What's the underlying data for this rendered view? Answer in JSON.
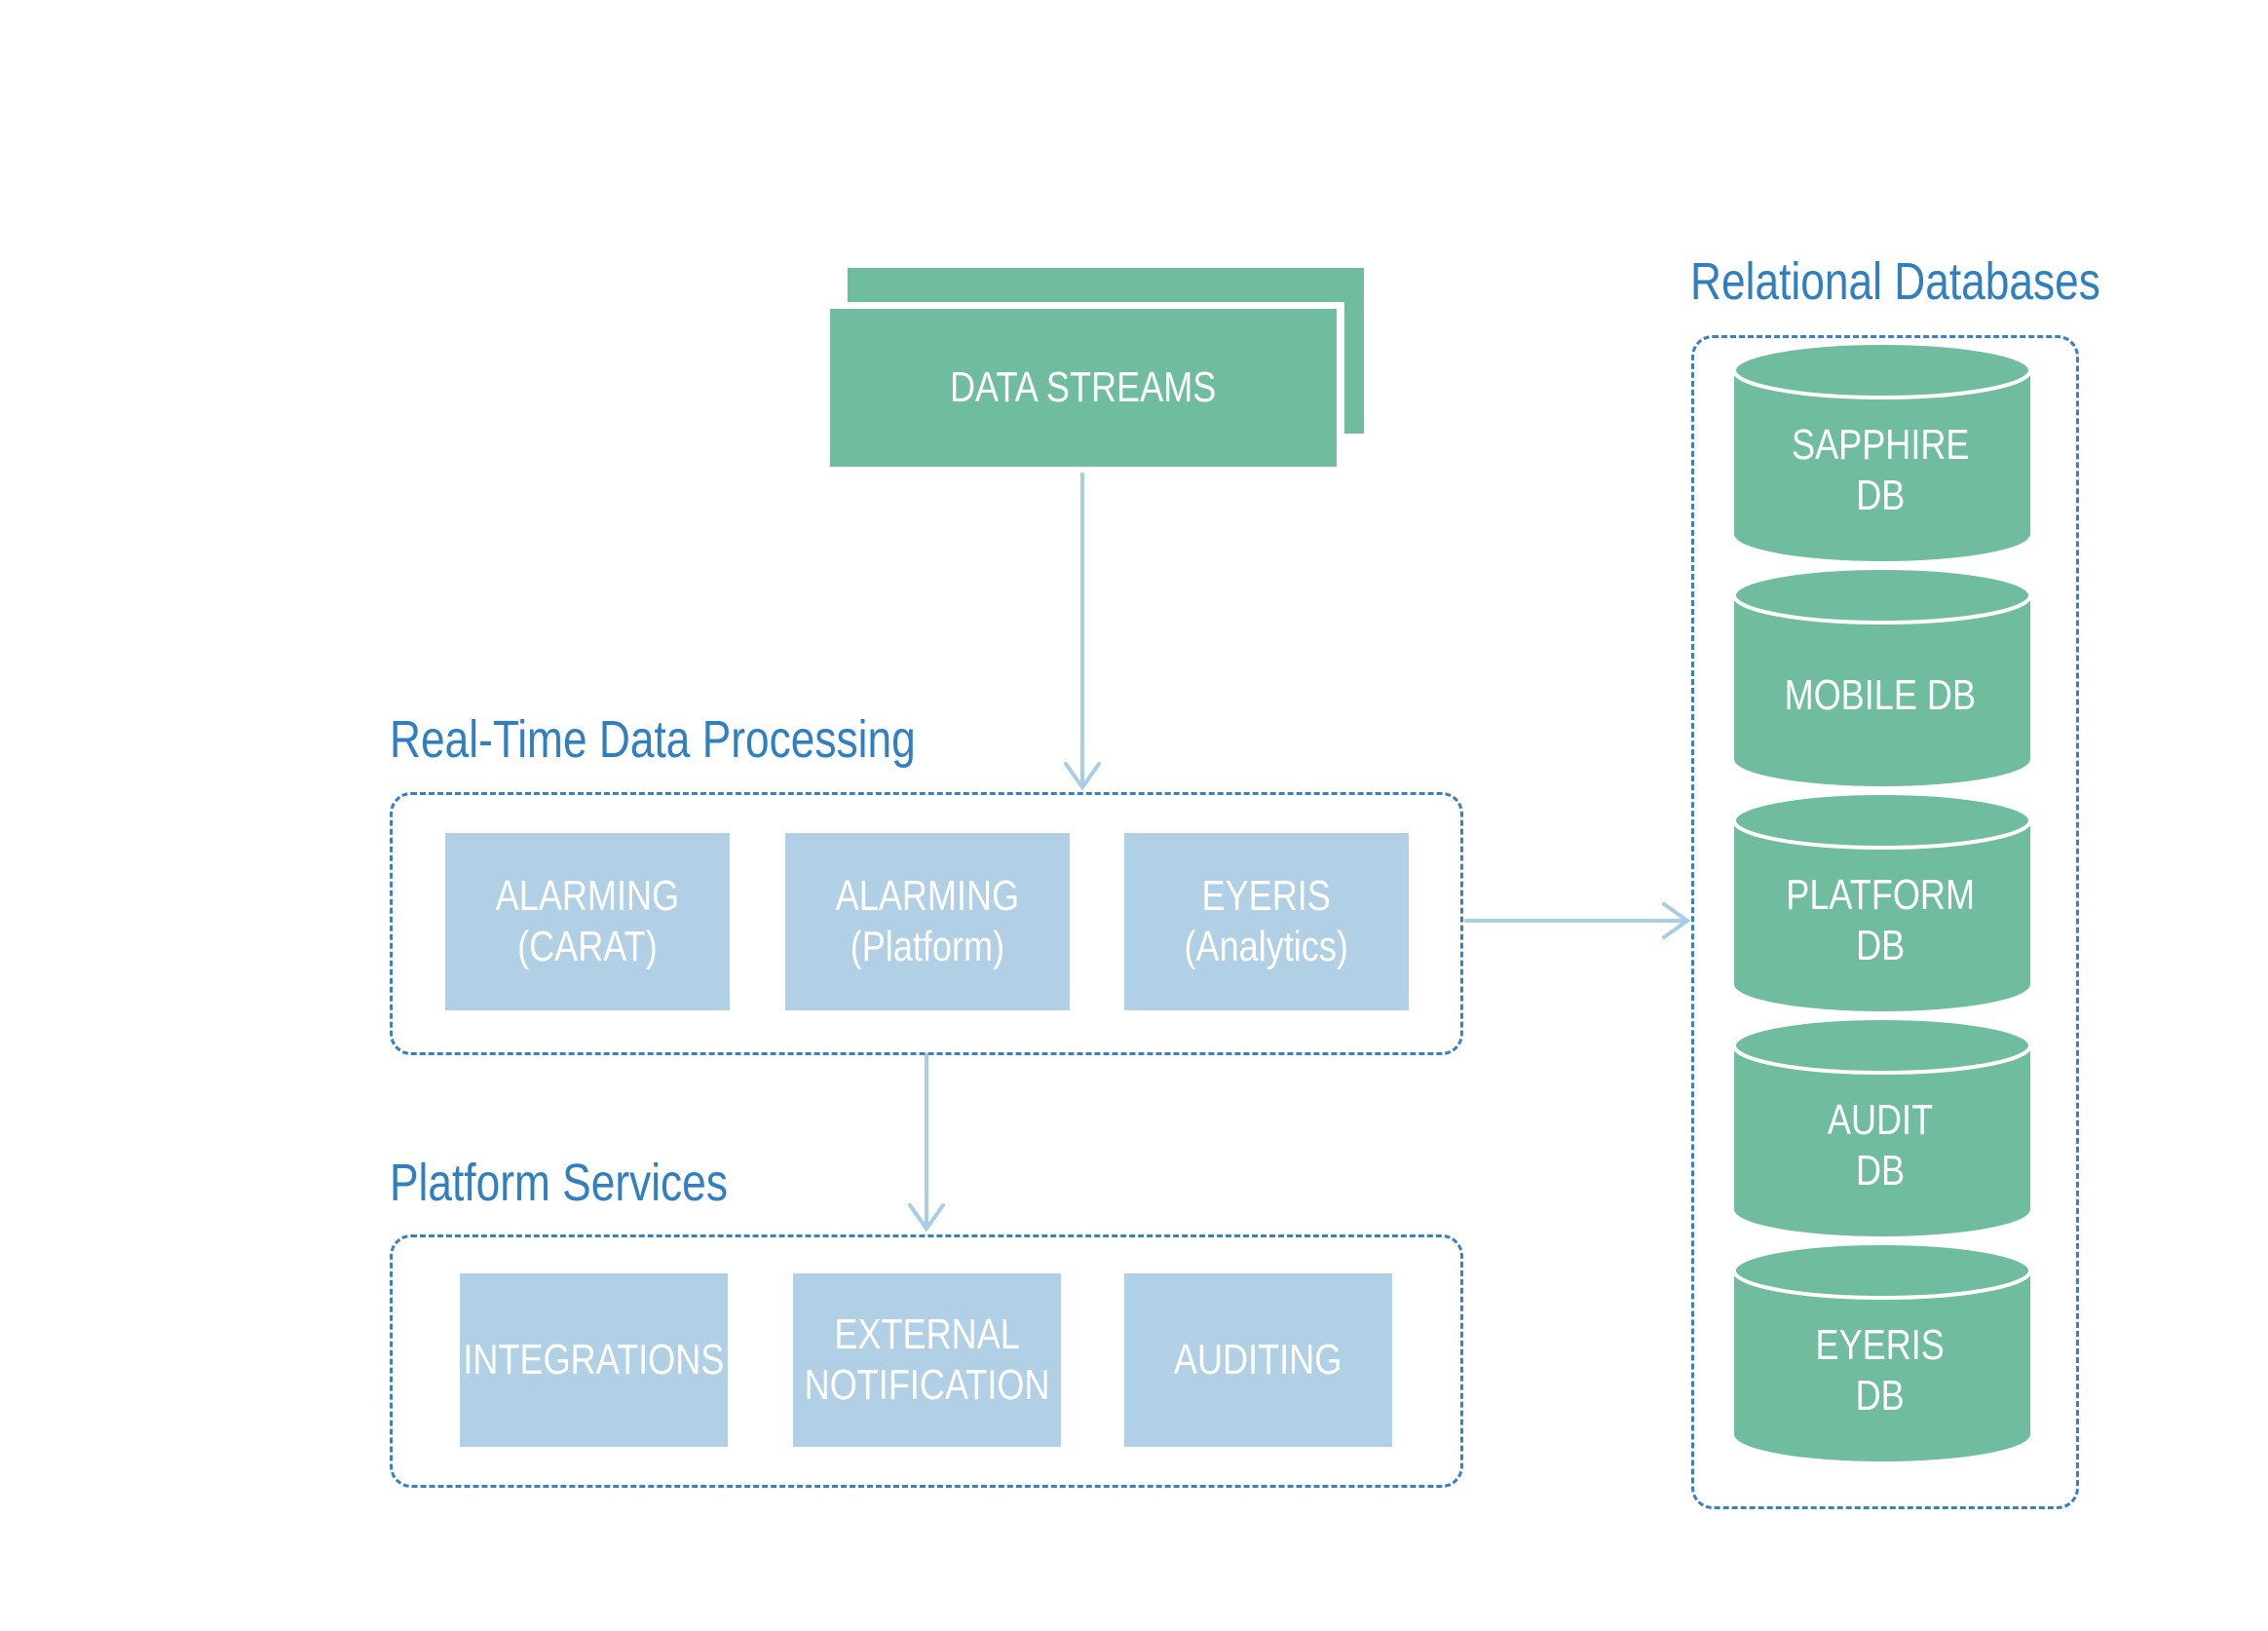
{
  "diagram": {
    "colors": {
      "group_title": "#2f7fc1",
      "dashed_border": "#3a7fc0",
      "processing_box": "#b1d0e5",
      "database": "#6fbc9f",
      "arrow": "#a9cde4",
      "label_text": "#ffffff"
    },
    "data_streams": {
      "label": "DATA STREAMS"
    },
    "groups": {
      "realtime": {
        "title": "Real-Time Data Processing",
        "boxes": [
          "ALARMING\n(CARAT)",
          "ALARMING\n(Platform)",
          "EYERIS\n(Analytics)"
        ]
      },
      "services": {
        "title": "Platform Services",
        "boxes": [
          "INTEGRATIONS",
          "EXTERNAL\nNOTIFICATION",
          "AUDITING"
        ]
      },
      "databases": {
        "title": "Relational Databases",
        "items": [
          "SAPPHIRE\nDB",
          "MOBILE DB",
          "PLATFORM\nDB",
          "AUDIT\nDB",
          "EYERIS\nDB"
        ]
      }
    }
  }
}
